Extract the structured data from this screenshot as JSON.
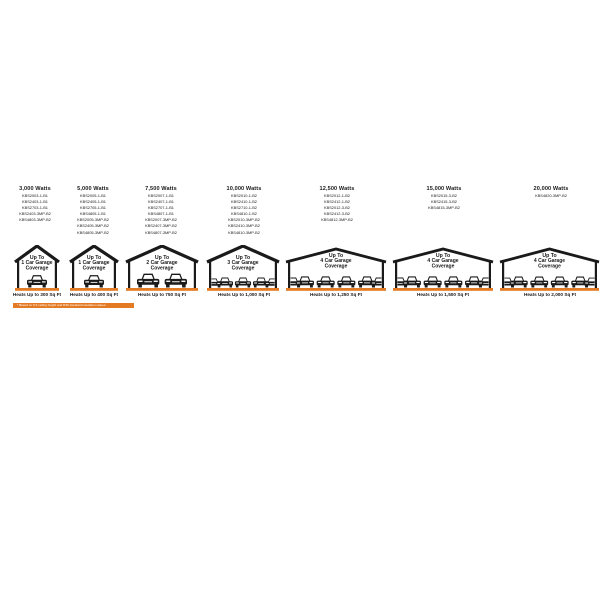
{
  "colors": {
    "roof": "#1a1a1a",
    "accent": "#e37a24",
    "text": "#1a1a1a",
    "background": "#ffffff"
  },
  "models": [
    {
      "watts": "3,000 Watts",
      "parts": [
        "KBS2003-1-B1",
        "KBS2403-1-B1",
        "KBS2703-1-B1",
        "KBS2403-3MP-B2",
        "KBS4803-3MP-B2"
      ],
      "coverage": [
        "Up To",
        "1 Car Garage",
        "Coverage"
      ],
      "cars": 1,
      "heats": "Heats Up to 300 Sq Ft"
    },
    {
      "watts": "5,000 Watts",
      "parts": [
        "KBS2005-1-B1",
        "KBS2405-1-B1",
        "KBS2705-1-B1",
        "KBS4805-1-B1",
        "KBS2005-3MP-B2",
        "KBS2405-3MP-B2",
        "KBS4805-3MP-B2"
      ],
      "coverage": [
        "Up To",
        "1 Car Garage",
        "Coverage"
      ],
      "cars": 1,
      "heats": "Heats Up to 400 Sq Ft"
    },
    {
      "watts": "7,500 Watts",
      "parts": [
        "KBS2007-1-B1",
        "KBS2407-1-B1",
        "KBS2707-1-B1",
        "KBS4807-1-B1",
        "KBS2007-3MP-B2",
        "KBS2407-3MP-B2",
        "KBS4807-3MP-B2"
      ],
      "coverage": [
        "Up To",
        "2 Car Garage",
        "Coverage"
      ],
      "cars": 2,
      "heats": "Heats Up to 750 Sq Ft"
    },
    {
      "watts": "10,000 Watts",
      "parts": [
        "KBS2010-1-B2",
        "KBS2410-1-B2",
        "KBS2710-1-B2",
        "KBS4810-1-B2",
        "KBS2010-3MP-B2",
        "KBS2410-3MP-B2",
        "KBS4810-3MP-B2"
      ],
      "coverage": [
        "Up To",
        "3 Car Garage",
        "Coverage"
      ],
      "cars": 3,
      "heats": "Heats Up to 1,000 Sq Ft"
    },
    {
      "watts": "12,500 Watts",
      "parts": [
        "KBS2012-1-B2",
        "KBS2412-1-B2",
        "KBS2012-3-B2",
        "KBS2412-3-B2",
        "KBS4812-3MP-B2"
      ],
      "coverage": [
        "Up To",
        "4 Car Garage",
        "Coverage"
      ],
      "cars": 4,
      "heats": "Heats Up to 1,250 Sq Ft"
    },
    {
      "watts": "15,000 Watts",
      "parts": [
        "KBS2015-3-B2",
        "KBS2415-3-B2",
        "KBS4815-3MP-B2"
      ],
      "coverage": [
        "Up To",
        "4 Car Garage",
        "Coverage"
      ],
      "cars": 4,
      "heats": "Heats Up to 1,500 Sq Ft"
    },
    {
      "watts": "20,000 Watts",
      "parts": [
        "KBS4820-3MP-B2"
      ],
      "coverage": [
        "Up To",
        "4 Car Garage",
        "Coverage"
      ],
      "cars": 4,
      "heats": "Heats Up to 2,000 Sq Ft"
    }
  ],
  "footnote": "* Based on 8 ft ceiling height and R30 standard insulation values",
  "icons": {
    "car": "car-icon",
    "garage": "garage-icon"
  }
}
